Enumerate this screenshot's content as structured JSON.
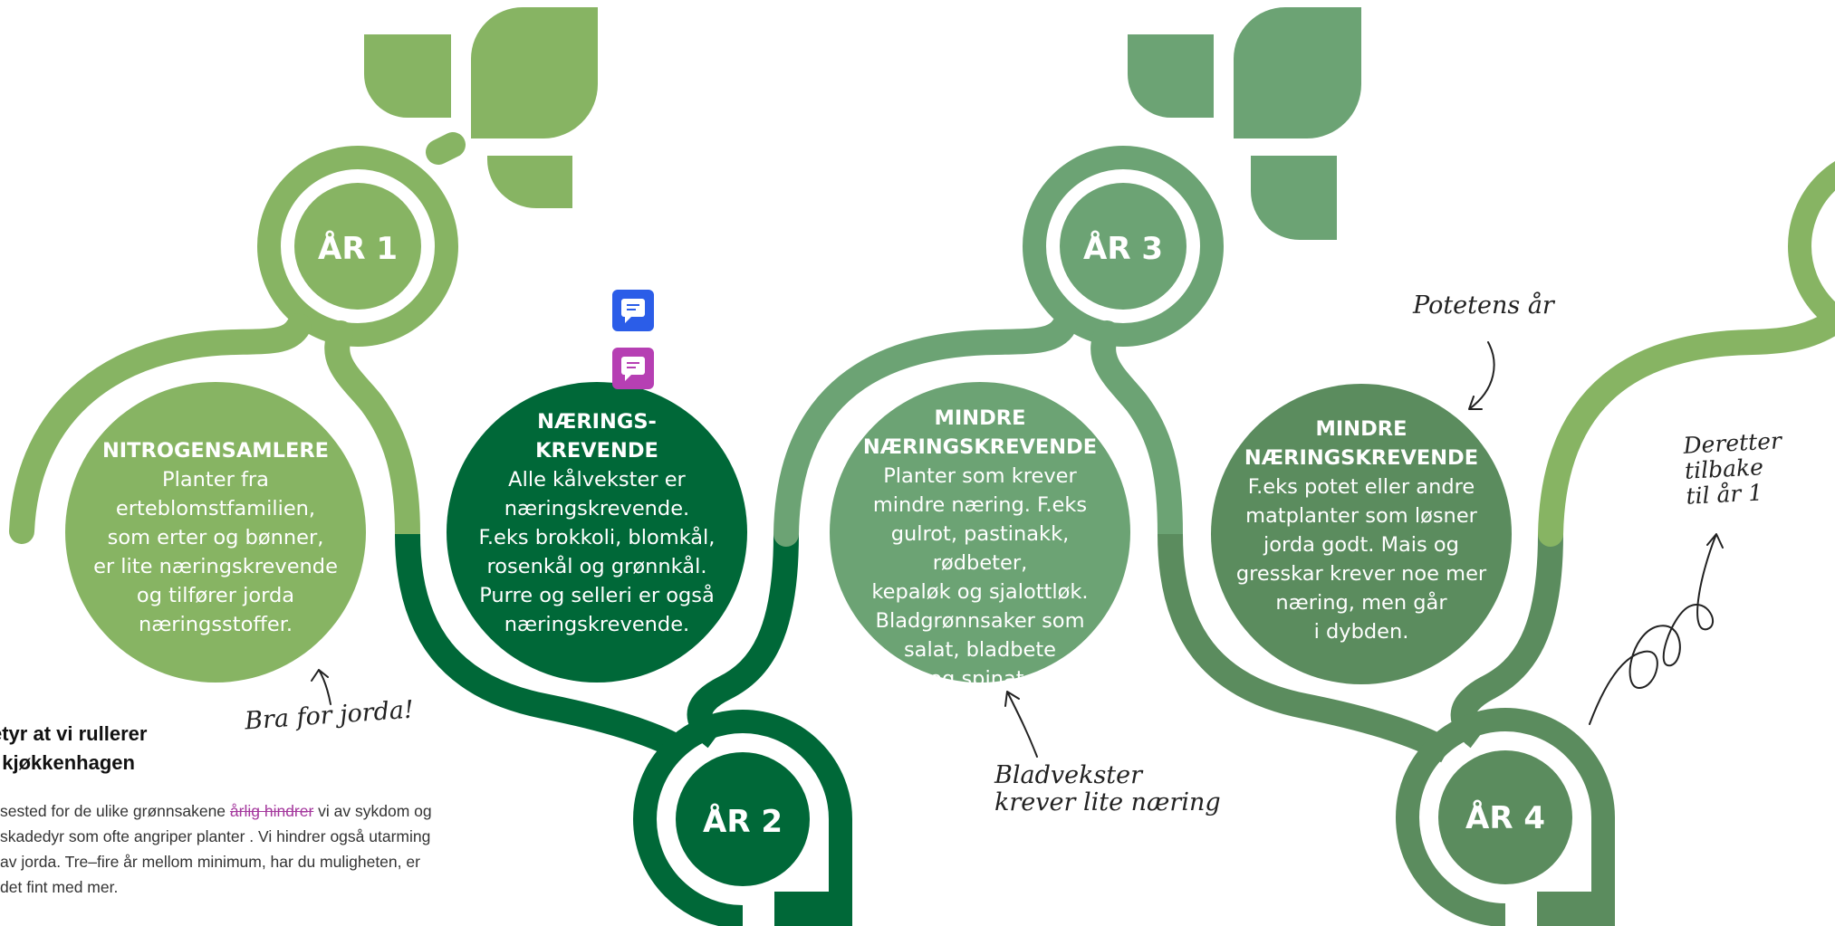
{
  "colors": {
    "year1": "#87b463",
    "year2": "#006838",
    "year3": "#6ca374",
    "year4": "#5b8c5e",
    "comment_blue": "#2b5de8",
    "comment_magenta": "#b63fb3"
  },
  "years": [
    {
      "label": "ÅR 1"
    },
    {
      "label": "ÅR 2"
    },
    {
      "label": "ÅR 3"
    },
    {
      "label": "ÅR 4"
    }
  ],
  "circles": [
    {
      "heading": "NITROGENSAMLERE",
      "body": "Planter fra\nerteblomstfamilien,\nsom erter og bønner,\ner lite næringskrevende\nog tilfører jorda\nnæringsstoffer."
    },
    {
      "heading": "NÆRINGS-\nKREVENDE",
      "body": "Alle kålvekster er\nnæringskrevende.\nF.eks brokkoli, blomkål,\nrosenkål og grønnkål.\nPurre og selleri er også\nnæringskrevende."
    },
    {
      "heading": "MINDRE\nNÆRINGSKREVENDE",
      "body": "Planter som krever\nmindre næring. F.eks\ngulrot, pastinakk, rødbeter,\nkepaløk og sjalottløk.\nBladgrønnsaker som\nsalat, bladbete\nog spinat."
    },
    {
      "heading": "MINDRE\nNÆRINGSKREVENDE",
      "body": "F.eks potet eller andre\nmatplanter som løsner\njorda godt. Mais og\ngresskar krever noe mer\nnæring, men går\ni dybden."
    }
  ],
  "annotations": {
    "bra_for_jorda": "Bra for jorda!",
    "bladvekster": "Bladvekster\nkrever lite næring",
    "potetens_ar": "Potetens år",
    "deretter": "Deretter\ntilbake\ntil år 1"
  },
  "intro": {
    "title": "etyr at vi rullerer\n i kjøkkenhagen",
    "body_before": "sested for de ulike grønnsakene ",
    "body_struck": "årlig hindrer",
    "body_after": " vi av sykdom og skadedyr som ofte angriper planter . Vi hindrer også utarming av jorda. Tre–fire år mellom minimum, har du muligheten, er det fint med mer."
  },
  "comment_icons": [
    "comment-icon",
    "comment-icon"
  ]
}
